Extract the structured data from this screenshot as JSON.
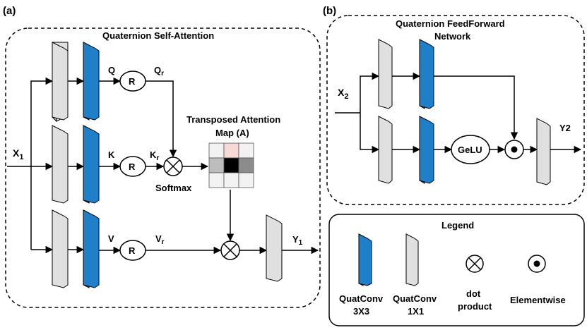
{
  "panel_a": {
    "label": "(a)",
    "title": "Quaternion Self-Attention",
    "input_label": "X",
    "input_sub": "1",
    "q_label": "Q",
    "k_label": "K",
    "v_label": "V",
    "r_label": "R",
    "qr_label": "Q",
    "qr_sub": "r",
    "kr_label": "K",
    "kr_sub": "r",
    "vr_label": "V",
    "vr_sub": "r",
    "softmax_label": "Softmax",
    "attn_title_line1": "Transposed Attention",
    "attn_title_line2": "Map (A)",
    "output_label": "Y",
    "output_sub": "1",
    "attention_cells": [
      "#f2f2f2",
      "#f7d9d6",
      "#f2f2f2",
      "#bdbdbd",
      "#000000",
      "#8c8c8c",
      "#f2f2f2",
      "#f2f2f2",
      "#f2f2f2"
    ]
  },
  "panel_b": {
    "label": "(b)",
    "title_line1": "Quaternion FeedForward",
    "title_line2": "Network",
    "input_label": "X",
    "input_sub": "2",
    "gelu_label": "GeLU",
    "output_label": "Y2"
  },
  "legend": {
    "title": "Legend",
    "item1_line1": "QuatConv",
    "item1_line2": "3X3",
    "item2_line1": "QuatConv",
    "item2_line2": "1X1",
    "item3_line1": "dot",
    "item3_line2": "product",
    "item4_line1": "Elementwise"
  },
  "colors": {
    "conv3x3_front": "#1f7fc8",
    "conv3x3_side": "#2a6fa8",
    "conv1x1_front": "#e0e0e0",
    "conv1x1_side": "#c8c8c8",
    "stroke": "#000000"
  }
}
